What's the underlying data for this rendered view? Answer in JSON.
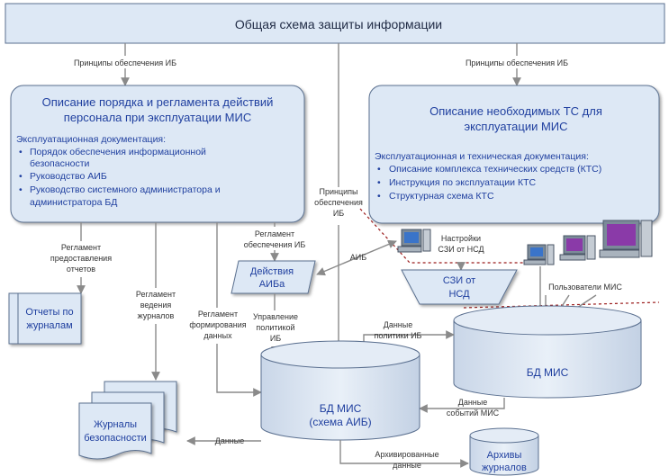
{
  "header": {
    "title": "Общая схема защиты информации"
  },
  "labels": {
    "principles_left": "Принципы обеспечения ИБ",
    "principles_right": "Принципы обеспечения ИБ",
    "principles_center": [
      "Принципы",
      "обеспечения",
      "ИБ"
    ],
    "reports_regulation": [
      "Регламент",
      "предоставления",
      "отчетов"
    ],
    "logs_regulation": [
      "Регламент",
      "ведения",
      "журналов"
    ],
    "data_regulation": [
      "Регламент",
      "формирования",
      "данных"
    ],
    "aib_regulation": [
      "Регламент",
      "обеспечения ИБ"
    ],
    "policy_management": [
      "Управление",
      "политикой",
      "ИБ"
    ],
    "aib_short": "АИБ",
    "szi_settings": [
      "Настройки",
      "СЗИ от НСД"
    ],
    "policy_data": [
      "Данные",
      "политики ИБ"
    ],
    "event_data": [
      "Данные",
      "событий МИС"
    ],
    "data": "Данные",
    "archived_data": [
      "Архивированные",
      "данные"
    ],
    "users": "Пользователи МИС"
  },
  "left_panel": {
    "title": [
      "Описание порядка и регламента действий",
      "персонала при эксплуатации МИС"
    ],
    "subtitle": "Эксплуатационная документация:",
    "items": [
      [
        "Порядок обеспечения информационной",
        "безопасности"
      ],
      [
        "Руководство АИБ"
      ],
      [
        "Руководство системного администратора и",
        "администратора БД"
      ]
    ]
  },
  "right_panel": {
    "title": [
      "Описание необходимых ТС для",
      "эксплуатации МИС"
    ],
    "subtitle": "Эксплуатационная и техническая документация:",
    "items": [
      "Описание комплекса технических средств (КТС)",
      "Инструкция по эксплуатации КТС",
      "Структурная схема КТС"
    ]
  },
  "nodes": {
    "reports": [
      "Отчеты по",
      "журналам"
    ],
    "aib_actions": [
      "Действия",
      "АИБа"
    ],
    "szi": [
      "СЗИ от",
      "НСД"
    ],
    "db_aib": [
      "БД МИС",
      "(схема АИБ)"
    ],
    "db_mis": "БД МИС",
    "logs": [
      "Журналы",
      "безопасности"
    ],
    "archives": [
      "Архивы",
      "журналов"
    ]
  },
  "colors": {
    "box_fill": "#dde8f5",
    "box_stroke": "#5a6f8f",
    "text_blue": "#1f3f9f",
    "arrow": "#8a8a8a",
    "dashed_red": "#9b1c1c"
  }
}
